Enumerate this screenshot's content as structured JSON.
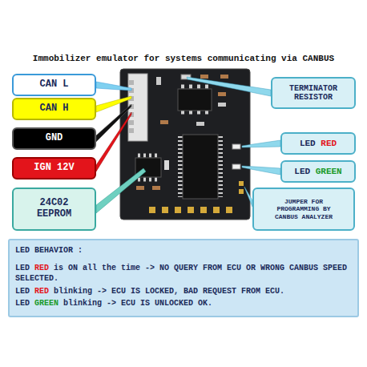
{
  "diagram": {
    "title": "Immobilizer emulator for systems communicating via CANBUS",
    "nodes": [
      {
        "text": [
          "CAN L"
        ]
      },
      {
        "text": [
          "CAN H"
        ]
      },
      {
        "text": [
          "GND"
        ]
      },
      {
        "text": [
          "IGN 12V"
        ]
      },
      {
        "text": [
          "24C02 EEPROM"
        ]
      },
      {
        "text": [
          "TERMINATOR RESISTOR"
        ]
      },
      {
        "text": [
          "LED",
          "RED"
        ]
      },
      {
        "text": [
          "LED",
          "GREEN"
        ]
      },
      {
        "text": [
          "JUMPER FOR PROGRAMMING BY CANBUS ANALYZER"
        ]
      },
      {
        "text": [
          "LED BEHAVIOR :",
          "LED",
          "RED",
          "is ON all the time -> NO QUERY FROM ECU OR WRONG CANBUS SPEED SELECTED.",
          "LED",
          "RED",
          "blinking -> ECU IS LOCKED, BAD REQUEST FROM ECU.",
          "LED",
          "GREEN",
          "blinking -> ECU IS UNLOCKED OK."
        ]
      }
    ]
  }
}
